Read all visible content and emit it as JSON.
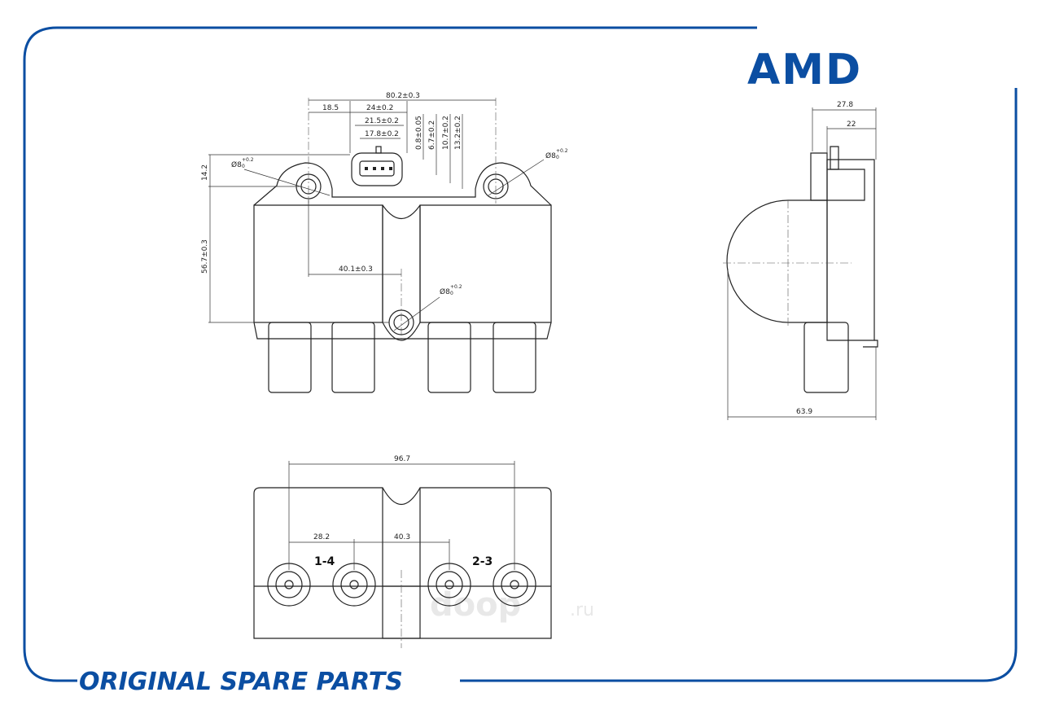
{
  "brand": {
    "logo_text": "AMD",
    "tagline": "ORIGINAL SPARE PARTS",
    "color": "#0b4ea2"
  },
  "watermark": {
    "text": "doop",
    "suffix": ".ru"
  },
  "front_view": {
    "dims": {
      "overall_width": "80.2±0.3",
      "d18_5": "18.5",
      "d24": "24±0.2",
      "d21_5": "21.5±0.2",
      "d17_8": "17.8±0.2",
      "d0_8": "0.8±0.05",
      "d6_7": "6.7±0.2",
      "d10_7": "10.7±0.2",
      "d13_2": "13.2±0.2",
      "d14_2": "14.2",
      "d56_7": "56.7±0.3",
      "d40_1": "40.1±0.3",
      "hole_left": "Ø8",
      "hole_right": "Ø8",
      "hole_center": "Ø8",
      "tol_upper": "+0.2",
      "tol_lower": "0"
    }
  },
  "side_view": {
    "dims": {
      "d27_8": "27.8",
      "d22": "22",
      "d63_9": "63.9"
    }
  },
  "bottom_view": {
    "dims": {
      "d96_7": "96.7",
      "d28_2": "28.2",
      "d40_3": "40.3"
    },
    "labels": {
      "pair_a": "1-4",
      "pair_b": "2-3"
    }
  }
}
